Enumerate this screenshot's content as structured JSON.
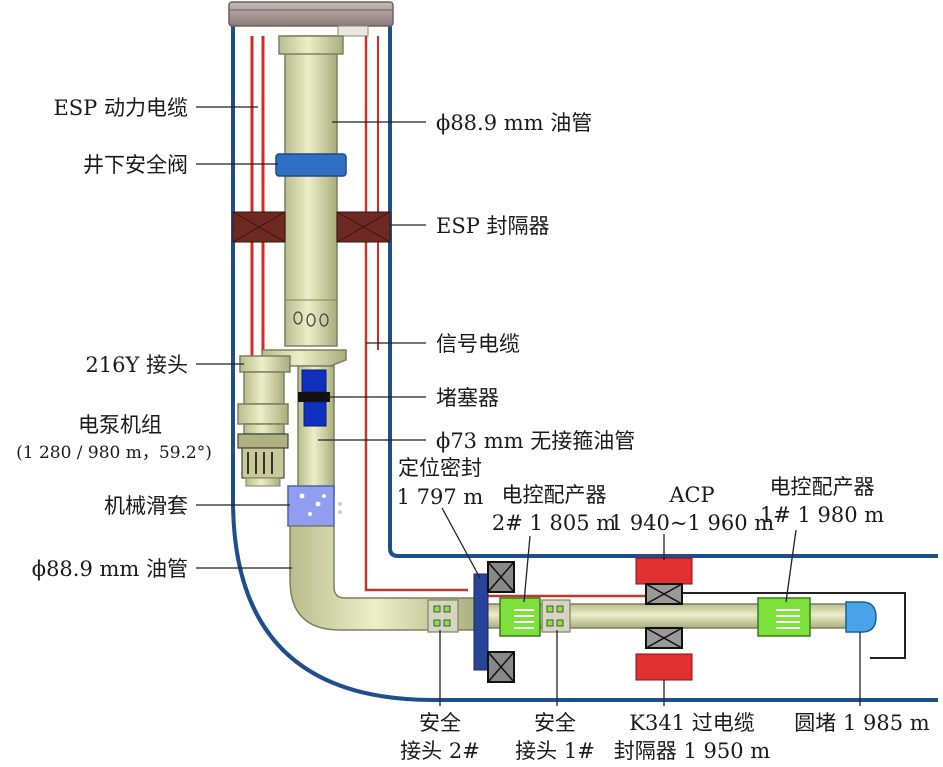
{
  "labels": {
    "esp_cable": "ESP 动力电缆",
    "safety_valve": "井下安全阀",
    "pump_unit_title": "电泵机组",
    "pump_unit_detail": "(1 280 / 980 m，59.2°)",
    "joint_216y": "216Y 接头",
    "mech_sleeve": "机械滑套",
    "tubing_lower": "ϕ88.9 mm 油管",
    "tubing_upper": "ϕ88.9 mm 油管",
    "esp_packer": "ESP 封隔器",
    "signal_cable": "信号电缆",
    "plug": "堵塞器",
    "tubing_73": "ϕ73 mm 无接箍油管",
    "locator_seal_title": "定位密封",
    "locator_seal_depth": "1 797 m",
    "ecd2_title": "电控配产器",
    "ecd2_depth": "2# 1 805 m",
    "acp_title": "ACP",
    "acp_depth": "1 940~1 960 m",
    "ecd1_title": "电控配产器",
    "ecd1_depth": "1# 1 980 m",
    "safety_joint2_line1": "安全",
    "safety_joint2_line2": "接头 2#",
    "safety_joint1_line1": "安全",
    "safety_joint1_line2": "接头 1#",
    "k341_line1": "K341 过电缆",
    "k341_line2": "封隔器 1 950 m",
    "plug_end": "圆堵 1 985 m"
  },
  "colors": {
    "casing": "#1f4e8c",
    "tubing": "#d9ddb0",
    "tubing_stroke": "#7d8060",
    "power_cable": "#d62828",
    "signal_cable": "#c0392b",
    "packer_brown": "#6e2a22",
    "packer_red": "#e03030",
    "valve_blue": "#2f6fc4",
    "sleeve_blue": "#7b8fe8",
    "seal_bar": "#27449a",
    "ecd_green": "#7ee03a",
    "end_plug": "#4aa3e8",
    "wellhead": "#a09090"
  }
}
